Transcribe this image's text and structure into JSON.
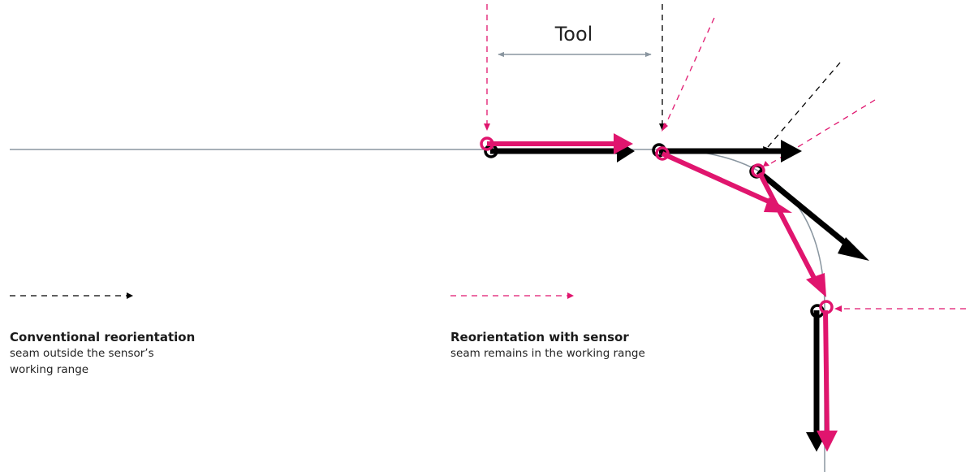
{
  "diagram": {
    "tool_label": "Tool",
    "colors": {
      "magenta": "#e0156e",
      "black": "#000000",
      "gray": "#8a96a0"
    }
  },
  "legend": {
    "conventional": {
      "title": "Conventional reorientation",
      "desc_line1": "seam outside the sensor’s",
      "desc_line2": "working range"
    },
    "sensor": {
      "title": "Reorientation with sensor",
      "desc_line1": "seam remains in the working range"
    }
  }
}
